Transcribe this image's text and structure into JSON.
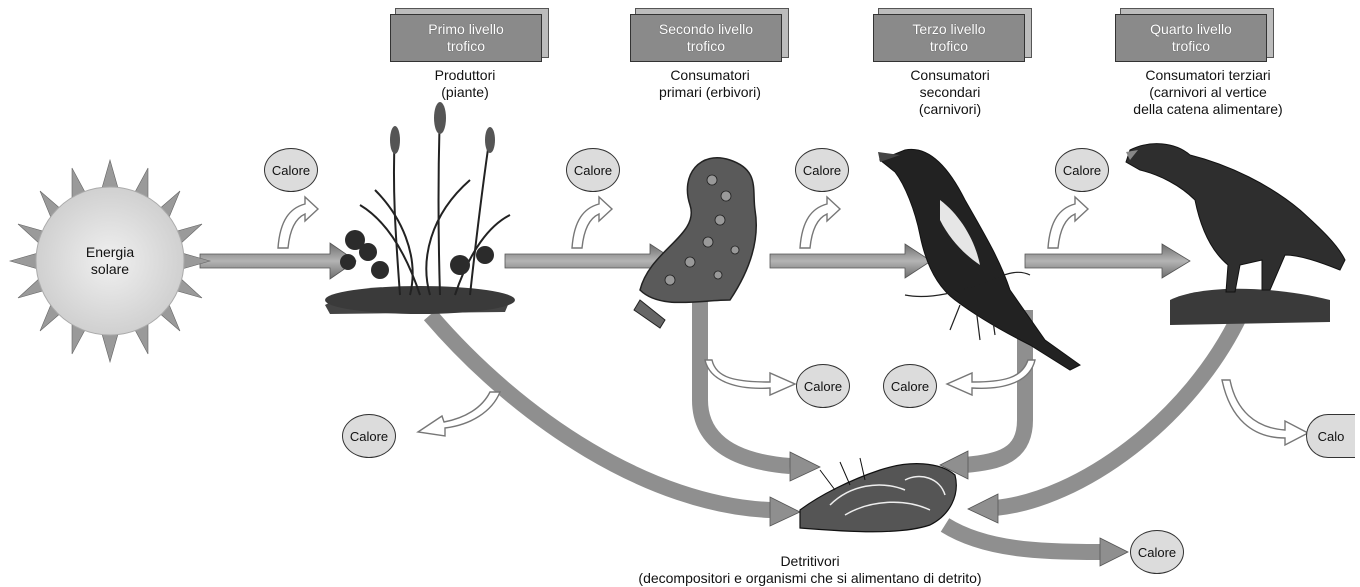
{
  "levels": [
    {
      "box": "Primo livello\ntrofico",
      "desc": "Produttori\n(piante)"
    },
    {
      "box": "Secondo livello\ntrofico",
      "desc": "Consumatori\nprimari (erbivori)"
    },
    {
      "box": "Terzo livello\ntrofico",
      "desc": "Consumatori\nsecondari\n(carnivori)"
    },
    {
      "box": "Quarto livello\ntrofico",
      "desc": "Consumatori terziari\n(carnivori al vertice\ndella catena alimentare)"
    }
  ],
  "sun": {
    "label": "Energia\nsolare"
  },
  "heat_label": "Calore",
  "heat_label_cut": "Calo",
  "detritus": {
    "label": "Detritivori\n(decompositori e organismi che si alimentano di detrito)"
  },
  "icons": [
    "sun-icon",
    "plant-icon",
    "caterpillar-icon",
    "bird-icon",
    "eagle-icon",
    "detritivore-icon"
  ],
  "colors": {
    "box": "#8a8a8a",
    "arrow": "#8f8f8f",
    "heat_fill": "#dcdcdc",
    "sun": "#dddddd"
  }
}
